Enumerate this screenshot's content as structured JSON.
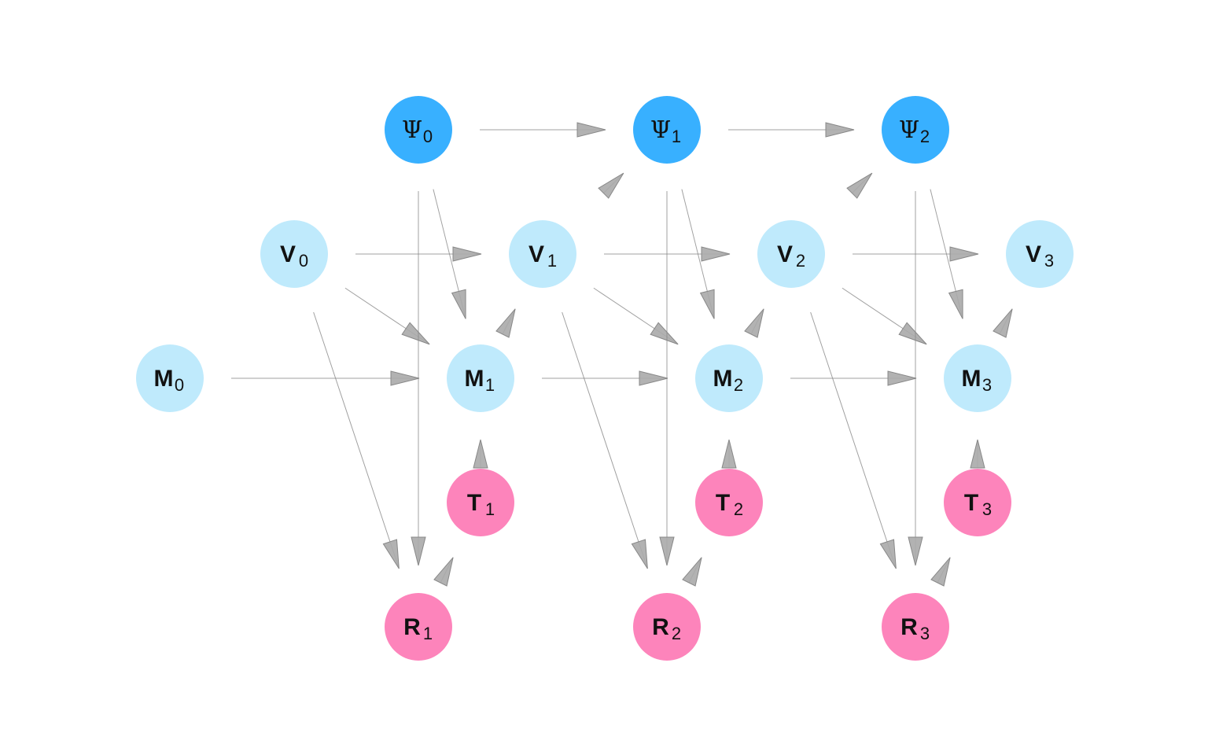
{
  "title": "Dynamic Bayesian network diagram",
  "colors": {
    "psi": "#38b0ff",
    "light": "#bfeafc",
    "pink": "#fd84bb",
    "edge": "#888888",
    "arrowhead": "#aaaaaa"
  },
  "nodes": [
    {
      "id": "Psi0",
      "symbol": "Ψ",
      "sub": "0",
      "kind": "psi",
      "col": 1,
      "row": 0
    },
    {
      "id": "Psi1",
      "symbol": "Ψ",
      "sub": "1",
      "kind": "psi",
      "col": 2,
      "row": 0
    },
    {
      "id": "Psi2",
      "symbol": "Ψ",
      "sub": "2",
      "kind": "psi",
      "col": 3,
      "row": 0
    },
    {
      "id": "V0",
      "symbol": "V",
      "sub": "0",
      "kind": "light",
      "col": 0.5,
      "row": 1
    },
    {
      "id": "V1",
      "symbol": "V",
      "sub": "1",
      "kind": "light",
      "col": 1.5,
      "row": 1
    },
    {
      "id": "V2",
      "symbol": "V",
      "sub": "2",
      "kind": "light",
      "col": 2.5,
      "row": 1
    },
    {
      "id": "V3",
      "symbol": "V",
      "sub": "3",
      "kind": "light",
      "col": 3.5,
      "row": 1
    },
    {
      "id": "M0",
      "symbol": "M",
      "sub": "0",
      "kind": "light",
      "col": 0,
      "row": 2
    },
    {
      "id": "M1",
      "symbol": "M",
      "sub": "1",
      "kind": "light",
      "col": 1.25,
      "row": 2
    },
    {
      "id": "M2",
      "symbol": "M",
      "sub": "2",
      "kind": "light",
      "col": 2.25,
      "row": 2
    },
    {
      "id": "M3",
      "symbol": "M",
      "sub": "3",
      "kind": "light",
      "col": 3.25,
      "row": 2
    },
    {
      "id": "T1",
      "symbol": "T",
      "sub": "1",
      "kind": "pink",
      "col": 1.25,
      "row": 3
    },
    {
      "id": "T2",
      "symbol": "T",
      "sub": "2",
      "kind": "pink",
      "col": 2.25,
      "row": 3
    },
    {
      "id": "T3",
      "symbol": "T",
      "sub": "3",
      "kind": "pink",
      "col": 3.25,
      "row": 3
    },
    {
      "id": "R1",
      "symbol": "R",
      "sub": "1",
      "kind": "pink",
      "col": 1,
      "row": 4
    },
    {
      "id": "R2",
      "symbol": "R",
      "sub": "2",
      "kind": "pink",
      "col": 2,
      "row": 4
    },
    {
      "id": "R3",
      "symbol": "R",
      "sub": "3",
      "kind": "pink",
      "col": 3,
      "row": 4
    }
  ],
  "edges": [
    {
      "from": "Psi0",
      "to": "Psi1"
    },
    {
      "from": "Psi1",
      "to": "Psi2"
    },
    {
      "from": "V0",
      "to": "V1"
    },
    {
      "from": "V1",
      "to": "V2"
    },
    {
      "from": "V2",
      "to": "V3"
    },
    {
      "from": "M0",
      "to": "M1"
    },
    {
      "from": "M1",
      "to": "M2"
    },
    {
      "from": "M2",
      "to": "M3"
    },
    {
      "from": "Psi0",
      "to": "M1"
    },
    {
      "from": "Psi1",
      "to": "M2"
    },
    {
      "from": "Psi2",
      "to": "M3"
    },
    {
      "from": "V0",
      "to": "M1"
    },
    {
      "from": "V1",
      "to": "M2"
    },
    {
      "from": "V2",
      "to": "M3"
    },
    {
      "from": "Psi0",
      "to": "R1"
    },
    {
      "from": "Psi1",
      "to": "R2"
    },
    {
      "from": "Psi2",
      "to": "R3"
    },
    {
      "from": "V0",
      "to": "R1"
    },
    {
      "from": "V1",
      "to": "R2"
    },
    {
      "from": "V2",
      "to": "R3"
    },
    {
      "from": "V1",
      "to": "Psi1",
      "short": true
    },
    {
      "from": "V2",
      "to": "Psi2",
      "short": true
    },
    {
      "from": "M1",
      "to": "V1",
      "short": true
    },
    {
      "from": "M2",
      "to": "V2",
      "short": true
    },
    {
      "from": "M3",
      "to": "V3",
      "short": true
    },
    {
      "from": "T1",
      "to": "M1",
      "short": true
    },
    {
      "from": "T2",
      "to": "M2",
      "short": true
    },
    {
      "from": "T3",
      "to": "M3",
      "short": true
    },
    {
      "from": "R1",
      "to": "T1",
      "short": true
    },
    {
      "from": "R2",
      "to": "T2",
      "short": true
    },
    {
      "from": "R3",
      "to": "T3",
      "short": true
    }
  ]
}
